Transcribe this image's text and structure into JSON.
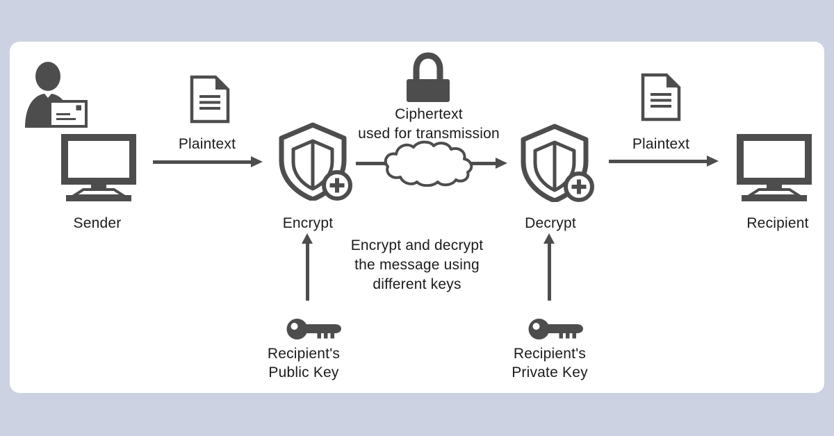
{
  "colors": {
    "background": "#ccd2e2",
    "card": "#ffffff",
    "icon": "#4d4d4d",
    "text": "#1b1b1b"
  },
  "diagram": {
    "sender": {
      "label": "Sender",
      "icons": [
        "person-envelope-icon",
        "computer-monitor-icon"
      ]
    },
    "plaintext_left": {
      "label": "Plaintext",
      "icon": "document-icon"
    },
    "encrypt": {
      "label": "Encrypt",
      "icon": "shield-plus-icon"
    },
    "transmission": {
      "line1": "Ciphertext",
      "line2": "used for transmission",
      "icons": [
        "padlock-icon",
        "cloud-icon"
      ]
    },
    "decrypt": {
      "label": "Decrypt",
      "icon": "shield-plus-icon"
    },
    "plaintext_right": {
      "label": "Plaintext",
      "icon": "document-icon"
    },
    "recipient": {
      "label": "Recipient",
      "icon": "computer-monitor-icon"
    },
    "note": {
      "line1": "Encrypt and decrypt",
      "line2": "the message using",
      "line3": "different keys"
    },
    "public_key": {
      "line1": "Recipient's",
      "line2": "Public Key",
      "icon": "key-icon"
    },
    "private_key": {
      "line1": "Recipient's",
      "line2": "Private Key",
      "icon": "key-icon"
    }
  }
}
